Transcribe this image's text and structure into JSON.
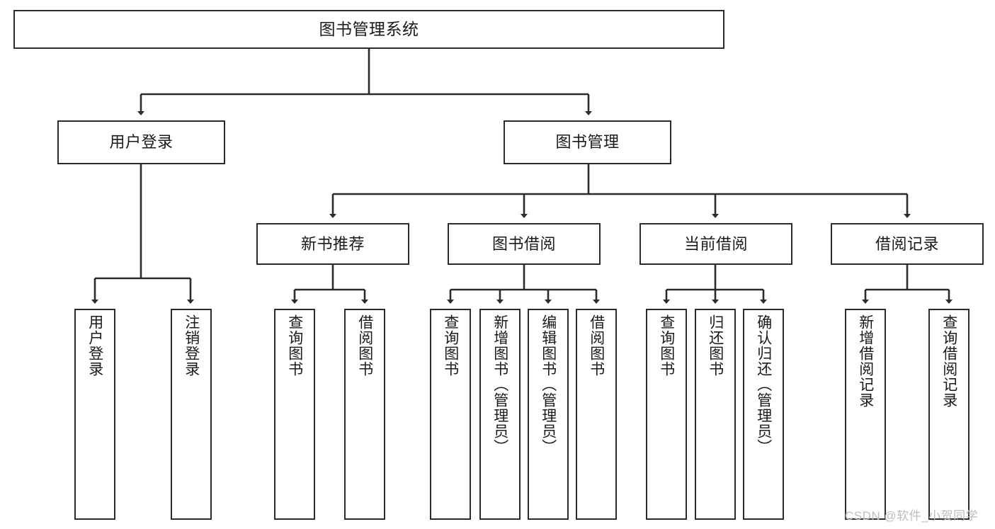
{
  "diagram": {
    "type": "tree",
    "title": "图书管理系统",
    "orientation": "top-down",
    "node_border_color": "#2b2b2b",
    "node_fill_color": "#ffffff",
    "connector_color": "#2b2b2b",
    "background_color": "#ffffff"
  },
  "nodes": {
    "root": {
      "label": "图书管理系统"
    },
    "level2": [
      {
        "label": "用户登录"
      },
      {
        "label": "图书管理"
      }
    ],
    "level3": [
      {
        "label": "新书推荐"
      },
      {
        "label": "图书借阅"
      },
      {
        "label": "当前借阅"
      },
      {
        "label": "借阅记录"
      }
    ],
    "leaves": {
      "user_login": [
        {
          "label": "用户登录"
        },
        {
          "label": "注销登录"
        }
      ],
      "new_book_recommend": [
        {
          "label": "查询图书"
        },
        {
          "label": "借阅图书"
        }
      ],
      "book_borrow": [
        {
          "label": "查询图书"
        },
        {
          "label": "新增图书（管理员）"
        },
        {
          "label": "编辑图书（管理员）"
        },
        {
          "label": "借阅图书"
        }
      ],
      "current_borrow": [
        {
          "label": "查询图书"
        },
        {
          "label": "归还图书"
        },
        {
          "label": "确认归还（管理员）"
        }
      ],
      "borrow_record": [
        {
          "label": "新增借阅记录"
        },
        {
          "label": "查询借阅记录"
        }
      ]
    }
  },
  "watermark": {
    "text": "CSDN @软件_小贺同学"
  }
}
